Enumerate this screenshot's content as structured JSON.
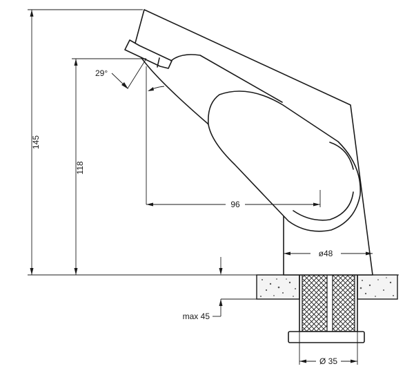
{
  "dimensions": {
    "total_height": "145",
    "spout_height": "118",
    "spout_reach": "96",
    "spout_angle": "29°",
    "body_diameter": "ø48",
    "max_counter_thickness": "max 45",
    "shank_diameter": "Ø 35"
  },
  "colors": {
    "line": "#1a1a1a",
    "counter_fill": "#f4f4f4",
    "background": "#ffffff"
  }
}
